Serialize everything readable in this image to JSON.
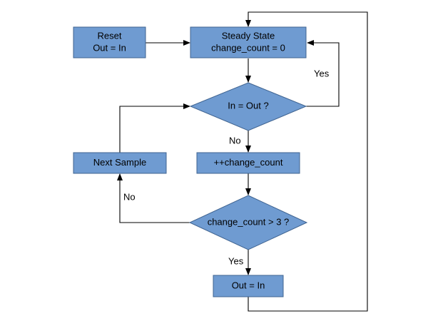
{
  "colors": {
    "node_fill": "#6f9bd1",
    "node_stroke": "#3f6390",
    "edge": "#000000",
    "background": "#ffffff"
  },
  "nodes": {
    "reset": {
      "line1": "Reset",
      "line2": "Out = In"
    },
    "steady_state": {
      "line1": "Steady State",
      "line2": "change_count = 0"
    },
    "decision_in_equals_out": {
      "label": "In = Out ?"
    },
    "increment": {
      "label": "++change_count"
    },
    "next_sample": {
      "label": "Next Sample"
    },
    "decision_count": {
      "label": "change_count > 3 ?"
    },
    "out_equals_in": {
      "label": "Out = In"
    }
  },
  "edge_labels": {
    "yes_to_steady": "Yes",
    "no_to_increment": "No",
    "no_to_next_sample": "No",
    "yes_to_out": "Yes"
  }
}
